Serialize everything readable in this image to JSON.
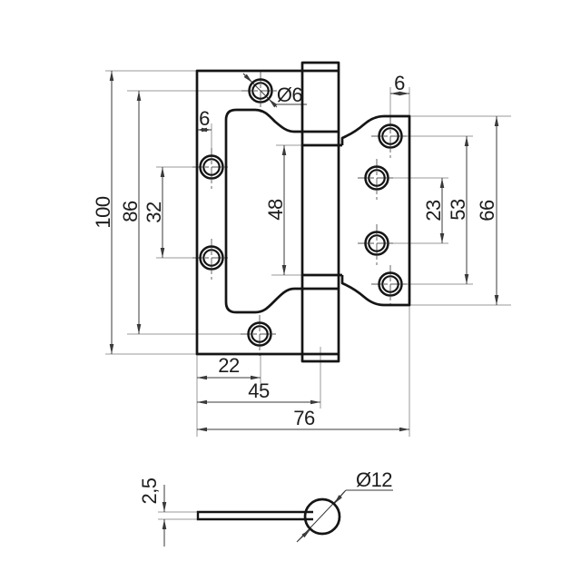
{
  "drawing": {
    "type": "technical-drawing",
    "subject": "two-leaf flush door hinge, front view and side view with dimensions",
    "front_view": {
      "labels": {
        "overall_height": "100",
        "outer_hole_span": "86",
        "left_hole_pitch": "32",
        "left_hole_edge_offset": "6",
        "screw_hole_diameter": "Ø6",
        "center_knuckle_length": "48",
        "right_hole_edge_offset": "6",
        "right_hole_pitch": "23",
        "right_outer_hole_span": "53",
        "right_leaf_height": "66",
        "bottom_hole_offset": "22",
        "pivot_axis_offset": "45",
        "overall_width": "76"
      }
    },
    "side_view": {
      "labels": {
        "leaf_thickness": "2,5",
        "knuckle_diameter": "Ø12"
      }
    }
  }
}
